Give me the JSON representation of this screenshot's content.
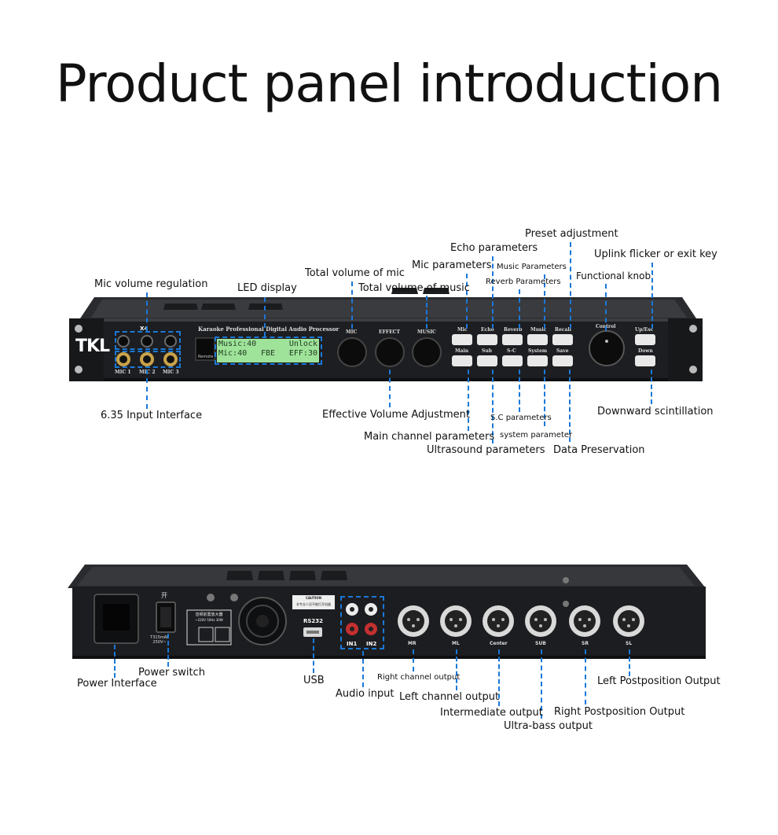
{
  "title": "Product panel introduction",
  "front_panel": {
    "brand": "TKL",
    "product_line": "Karaoke Professional Digital Audio Processor",
    "x4_mark": "X4",
    "remote_label": "Remote",
    "mic_jacks": [
      "MIC 1",
      "MIC 2",
      "MIC 3"
    ],
    "lcd_line1_left": "Music:40",
    "lcd_line1_right": "Unlock",
    "lcd_line2_left": "Mic:40",
    "lcd_line2_mid": "FBE",
    "lcd_line2_right": "EFF:30",
    "knobs": [
      "MIC",
      "EFFECT",
      "MUSIC"
    ],
    "buttons_top": [
      "Mic",
      "Echo",
      "Reverb",
      "Music",
      "Recall"
    ],
    "buttons_bottom": [
      "Main",
      "Sub",
      "S-C",
      "System",
      "Save"
    ],
    "control_label": "Control",
    "up_esc": "Up/Esc",
    "down": "Down"
  },
  "front_labels": {
    "mic_volume_regulation": "Mic volume regulation",
    "led_display": "LED display",
    "total_volume_mic": "Total volume of mic",
    "total_volume_music": "Total volume of music",
    "mic_parameters": "Mic parameters",
    "echo_parameters": "Echo parameters",
    "preset_adjustment": "Preset adjustment",
    "music_parameters": "Music Parameters",
    "reverb_parameters": "Reverb Parameters",
    "functional_knob": "Functional knob",
    "uplink": "Uplink flicker or exit key",
    "input_interface": "6.35 Input Interface",
    "effective_volume": "Effective Volume Adjustment",
    "sc_parameters": "S.C parameters",
    "system_parameter": "system parameter",
    "main_channel": "Main channel parameters",
    "ultrasound": "Ultrasound parameters",
    "data_preservation": "Data Preservation",
    "downward": "Downward scintillation"
  },
  "rear_panel": {
    "switch_mark": "开",
    "fuse_text": "T315mAL 250V~",
    "spec_line1": "音频前置放大器",
    "spec_line2": "~220V  50Hz  30W",
    "warning_title": "CAUTION",
    "warning_text": "非专业人员不能打开机器",
    "rs232": "RS232",
    "in_labels": [
      "IN1",
      "IN2"
    ],
    "outputs": [
      "MR",
      "ML",
      "Center",
      "SUB",
      "SR",
      "SL"
    ]
  },
  "rear_labels": {
    "power_interface": "Power Interface",
    "power_switch": "Power switch",
    "usb": "USB",
    "audio_input": "Audio input",
    "right_channel": "Right channel output",
    "left_channel": "Left channel output",
    "intermediate": "Intermediate output",
    "ultra_bass": "Ultra-bass output",
    "right_post": "Right Postposition Output",
    "left_post": "Left Postposition Output"
  },
  "colors": {
    "accent": "#1a78d8",
    "lcd": "#9fe39a",
    "chassis": "#1e1f22"
  }
}
